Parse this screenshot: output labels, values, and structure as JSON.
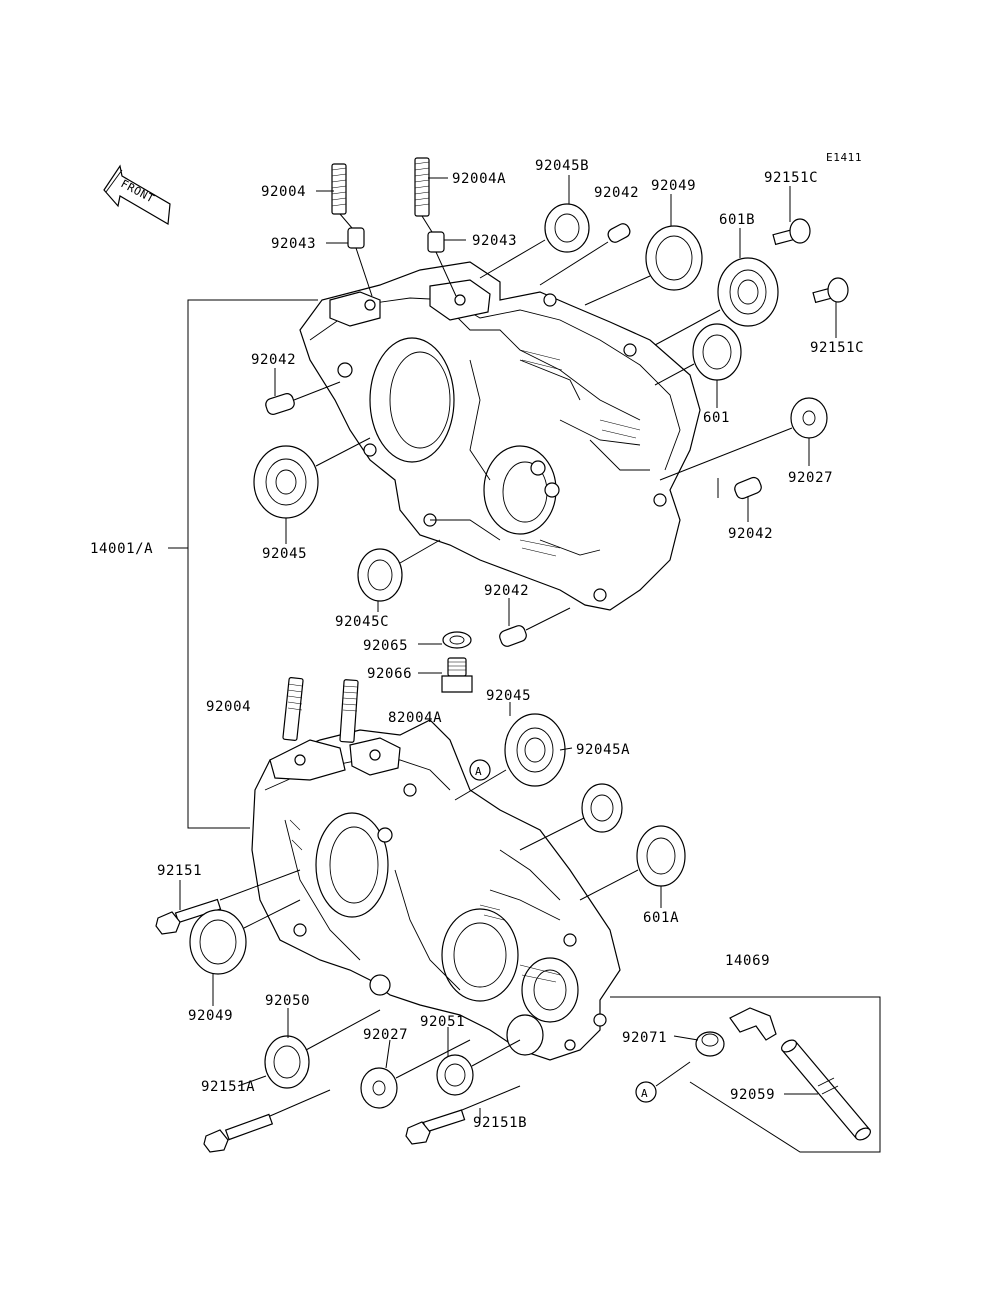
{
  "diagram": {
    "code": "E1411",
    "front_label": "FRONT",
    "ref_a": "A",
    "labels": {
      "l_92004_top": "92004",
      "l_92004A_top": "92004A",
      "l_92045B": "92045B",
      "l_92042_top": "92042",
      "l_92049_top": "92049",
      "l_92151C_top": "92151C",
      "l_92043_left": "92043",
      "l_92043_right": "92043",
      "l_601B": "601B",
      "l_92151C_right": "92151C",
      "l_92042_left": "92042",
      "l_601": "601",
      "l_92027_right": "92027",
      "l_92042_right": "92042",
      "l_92045_left": "92045",
      "l_14001A": "14001/A",
      "l_92045C": "92045C",
      "l_92042_mid": "92042",
      "l_92065": "92065",
      "l_92066": "92066",
      "l_92004_low": "92004",
      "l_82004A": "82004A",
      "l_92045_low": "92045",
      "l_92045A": "92045A",
      "l_92151": "92151",
      "l_601A": "601A",
      "l_14069": "14069",
      "l_92049_low": "92049",
      "l_92050": "92050",
      "l_92051": "92051",
      "l_92027_low": "92027",
      "l_92071": "92071",
      "l_92151A": "92151A",
      "l_92059": "92059",
      "l_92151B": "92151B"
    }
  }
}
